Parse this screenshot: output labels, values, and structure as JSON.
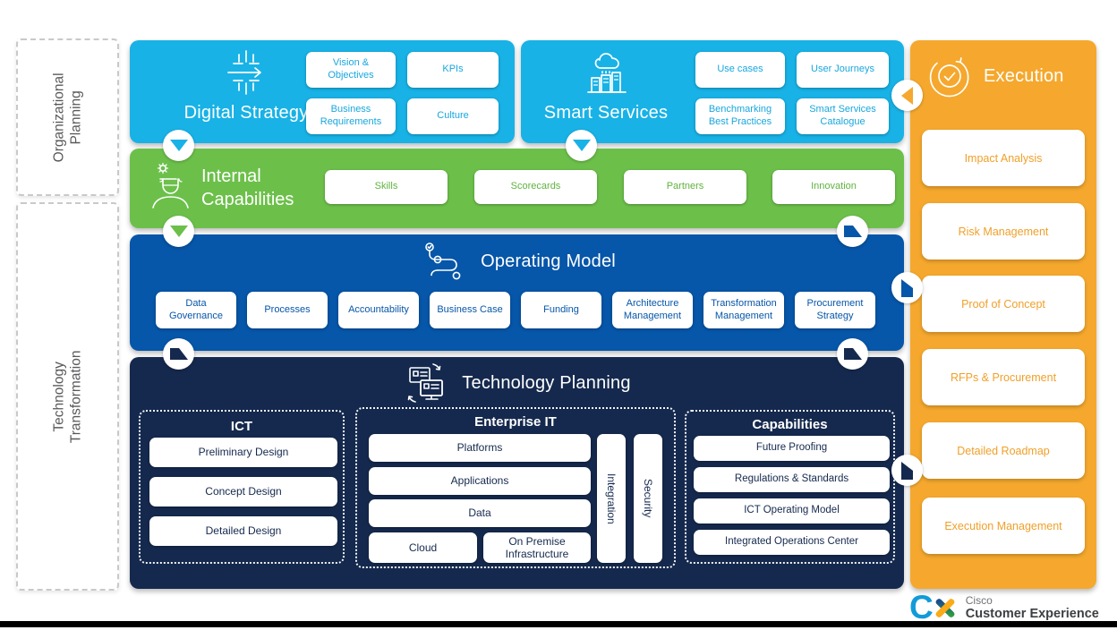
{
  "left_rail": {
    "organizational": {
      "line1": "Organizational",
      "line2": "Planning"
    },
    "technology": {
      "line1": "Technology",
      "line2": "Transformation"
    }
  },
  "digital_strategy": {
    "title": "Digital Strategy",
    "chips": [
      "Vision & Objectives",
      "KPIs",
      "Business Requirements",
      "Culture"
    ]
  },
  "smart_services": {
    "title": "Smart Services",
    "chips": [
      "Use cases",
      "User Journeys",
      "Benchmarking Best Practices",
      "Smart Services Catalogue"
    ]
  },
  "internal_capabilities": {
    "title_line1": "Internal",
    "title_line2": "Capabilities",
    "chips": [
      "Skills",
      "Scorecards",
      "Partners",
      "Innovation"
    ]
  },
  "operating_model": {
    "title": "Operating Model",
    "chips": [
      "Data Governance",
      "Processes",
      "Accountability",
      "Business Case",
      "Funding",
      "Architecture Management",
      "Transformation Management",
      "Procurement Strategy"
    ]
  },
  "technology_planning": {
    "title": "Technology Planning",
    "ict": {
      "title": "ICT",
      "items": [
        "Preliminary Design",
        "Concept Design",
        "Detailed Design"
      ]
    },
    "enterprise_it": {
      "title": "Enterprise IT",
      "items": [
        "Platforms",
        "Applications",
        "Data"
      ],
      "bottom_items": [
        "Cloud",
        "On Premise Infrastructure"
      ],
      "vertical_items": [
        "Integration",
        "Security"
      ]
    },
    "capabilities": {
      "title": "Capabilities",
      "items": [
        "Future Proofing",
        "Regulations & Standards",
        "ICT Operating Model",
        "Integrated Operations Center"
      ]
    }
  },
  "execution": {
    "title": "Execution",
    "items": [
      "Impact Analysis",
      "Risk Management",
      "Proof of Concept",
      "RFPs & Procurement",
      "Detailed Roadmap",
      "Execution Management"
    ]
  },
  "footer": {
    "logo_c": "C",
    "brand_line1": "Cisco",
    "brand_line2": "Customer Experience"
  },
  "colors": {
    "cyan": "#18b2e6",
    "green": "#6cc04a",
    "blue": "#0656a9",
    "navy": "#15294e",
    "orange": "#f5a82d",
    "rail_text": "#58595b"
  }
}
